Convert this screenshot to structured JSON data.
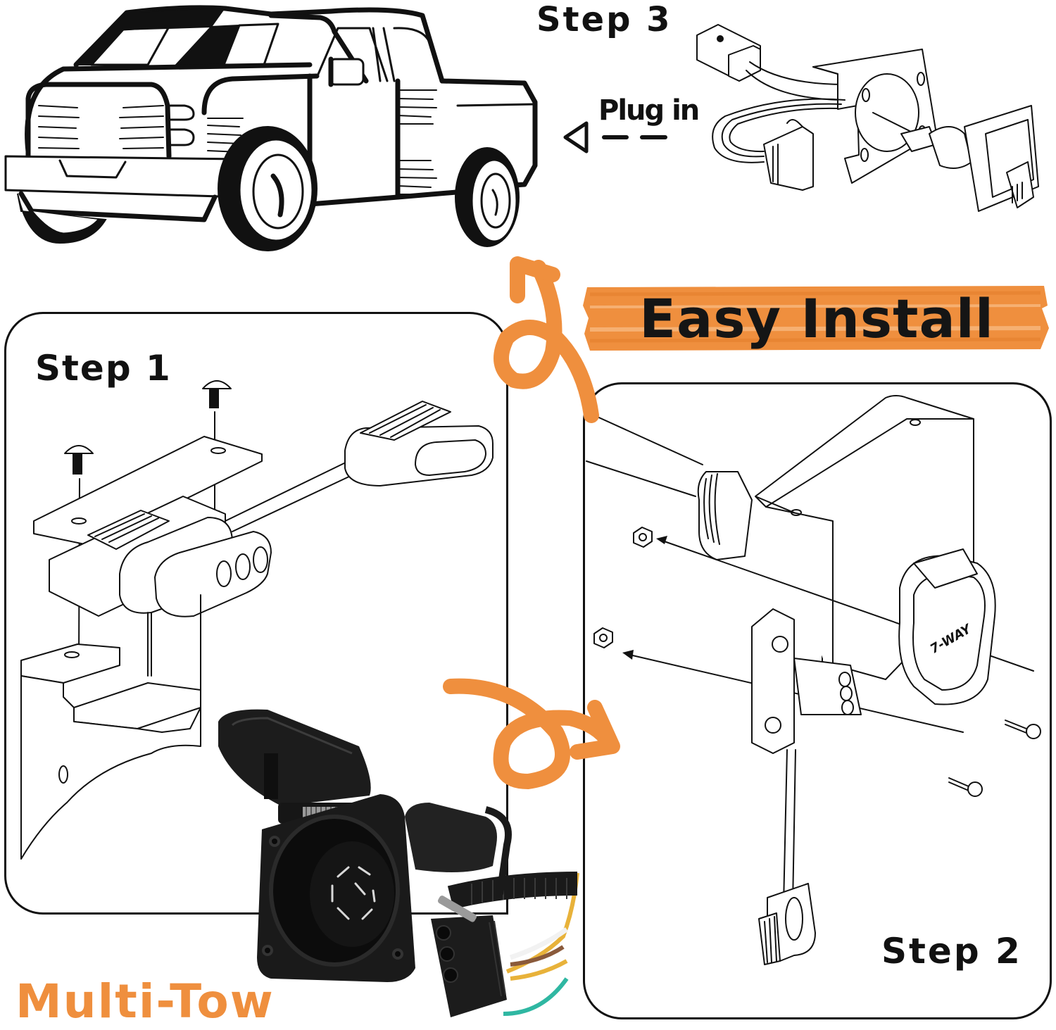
{
  "header": {
    "step3_label": "Step 3",
    "plug_in_label": "Plug in"
  },
  "banner": {
    "title": "Easy Install",
    "color": "#ef8f3e"
  },
  "step1": {
    "label": "Step 1"
  },
  "step2": {
    "label": "Step 2",
    "socket_marking": "7-WAY"
  },
  "brand": {
    "name": "Multi-Tow",
    "color": "#ef8f3e"
  },
  "illustrations": {
    "truck": "pickup-truck-line-drawing",
    "step3": "harness-to-socket-plug-in-diagram",
    "step1": "4-flat-connector-bracket-mount-diagram",
    "step2": "7-way-socket-bracket-mount-diagram",
    "product": "7-way-socket-with-4-flat-adapter-photo"
  },
  "wire_colors": [
    "#f2f2f2",
    "#8a5a3b",
    "#e8b23a",
    "#2fb7a2"
  ]
}
